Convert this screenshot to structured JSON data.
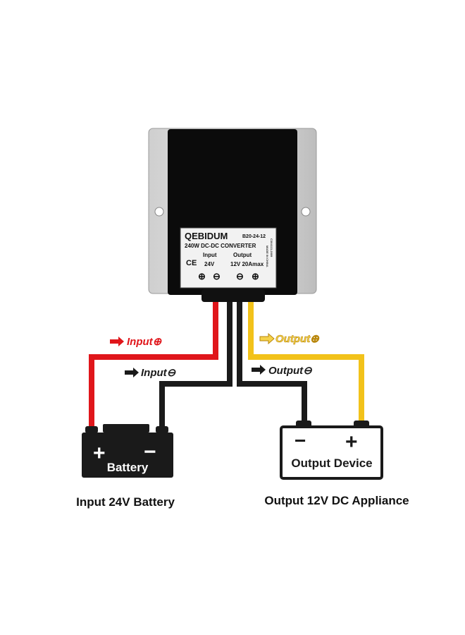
{
  "converter": {
    "brand": "QEBIDUM",
    "model": "B20-24-12",
    "title": "240W DC-DC CONVERTER",
    "input_label": "Input",
    "output_label": "Output",
    "input_value": "24V",
    "output_value": "12V 20Amax",
    "ce_mark": "CE",
    "side_code": "C304113-2009",
    "side_made": "MADE IN CHINA",
    "terminal_symbols": [
      "⊕",
      "⊖",
      "⊖",
      "⊕"
    ]
  },
  "wires": {
    "input_pos": "Input⊕",
    "input_neg": "Input⊖",
    "output_pos": "Output⊕",
    "output_neg": "Output⊖",
    "colors": {
      "positive_in": "#e0161b",
      "positive_out": "#f2c21a",
      "negative": "#1a1a1a",
      "output_pos_label": "#d9a300",
      "input_pos_label": "#e0161b"
    }
  },
  "battery": {
    "label": "Battery",
    "plus": "+",
    "minus": "−",
    "caption": "Input 24V Battery"
  },
  "device": {
    "label": "Output Device",
    "plus": "+",
    "minus": "−",
    "caption": "Output 12V DC Appliance"
  },
  "icons": {
    "arrow": "arrow-right-icon"
  }
}
